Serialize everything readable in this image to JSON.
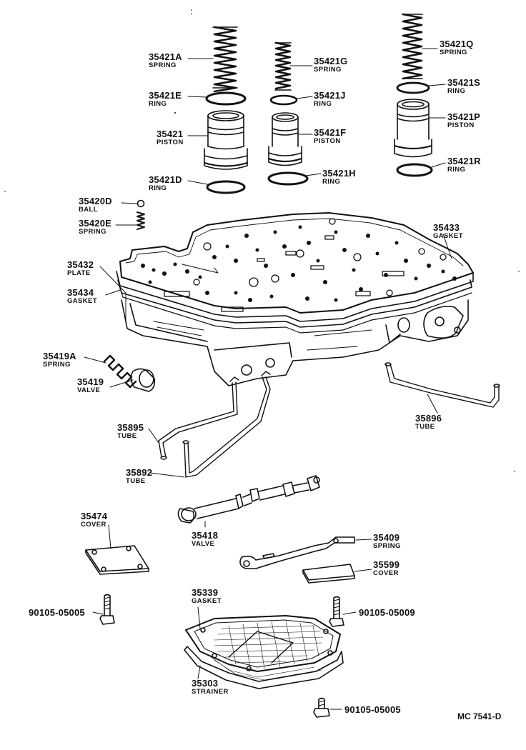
{
  "parts": [
    {
      "id": "35421A",
      "name": "SPRING"
    },
    {
      "id": "35421E",
      "name": "RING"
    },
    {
      "id": "35421",
      "name": "PISTON"
    },
    {
      "id": "35421D",
      "name": "RING"
    },
    {
      "id": "35421G",
      "name": "SPRING"
    },
    {
      "id": "35421J",
      "name": "RING"
    },
    {
      "id": "35421F",
      "name": "PISTON"
    },
    {
      "id": "35421H",
      "name": "RING"
    },
    {
      "id": "35421Q",
      "name": "SPRING"
    },
    {
      "id": "35421S",
      "name": "RING"
    },
    {
      "id": "35421P",
      "name": "PISTON"
    },
    {
      "id": "35421R",
      "name": "RING"
    },
    {
      "id": "35420D",
      "name": "BALL"
    },
    {
      "id": "35420E",
      "name": "SPRING"
    },
    {
      "id": "35433",
      "name": "GASKET"
    },
    {
      "id": "35432",
      "name": "PLATE"
    },
    {
      "id": "35434",
      "name": "GASKET"
    },
    {
      "id": "35419A",
      "name": "SPRING"
    },
    {
      "id": "35419",
      "name": "VALVE"
    },
    {
      "id": "35895",
      "name": "TUBE"
    },
    {
      "id": "35896",
      "name": "TUBE"
    },
    {
      "id": "35892",
      "name": "TUBE"
    },
    {
      "id": "35474",
      "name": "COVER"
    },
    {
      "id": "35418",
      "name": "VALVE"
    },
    {
      "id": "35409",
      "name": "SPRING"
    },
    {
      "id": "35599",
      "name": "COVER"
    },
    {
      "id": "35339",
      "name": "GASKET"
    },
    {
      "id": "35303",
      "name": "STRAINER"
    }
  ],
  "bolts": [
    {
      "id": "90105-05005"
    },
    {
      "id": "90105-05009"
    },
    {
      "id": "90105-05005"
    }
  ],
  "diagram_code": "MC 7541-D"
}
